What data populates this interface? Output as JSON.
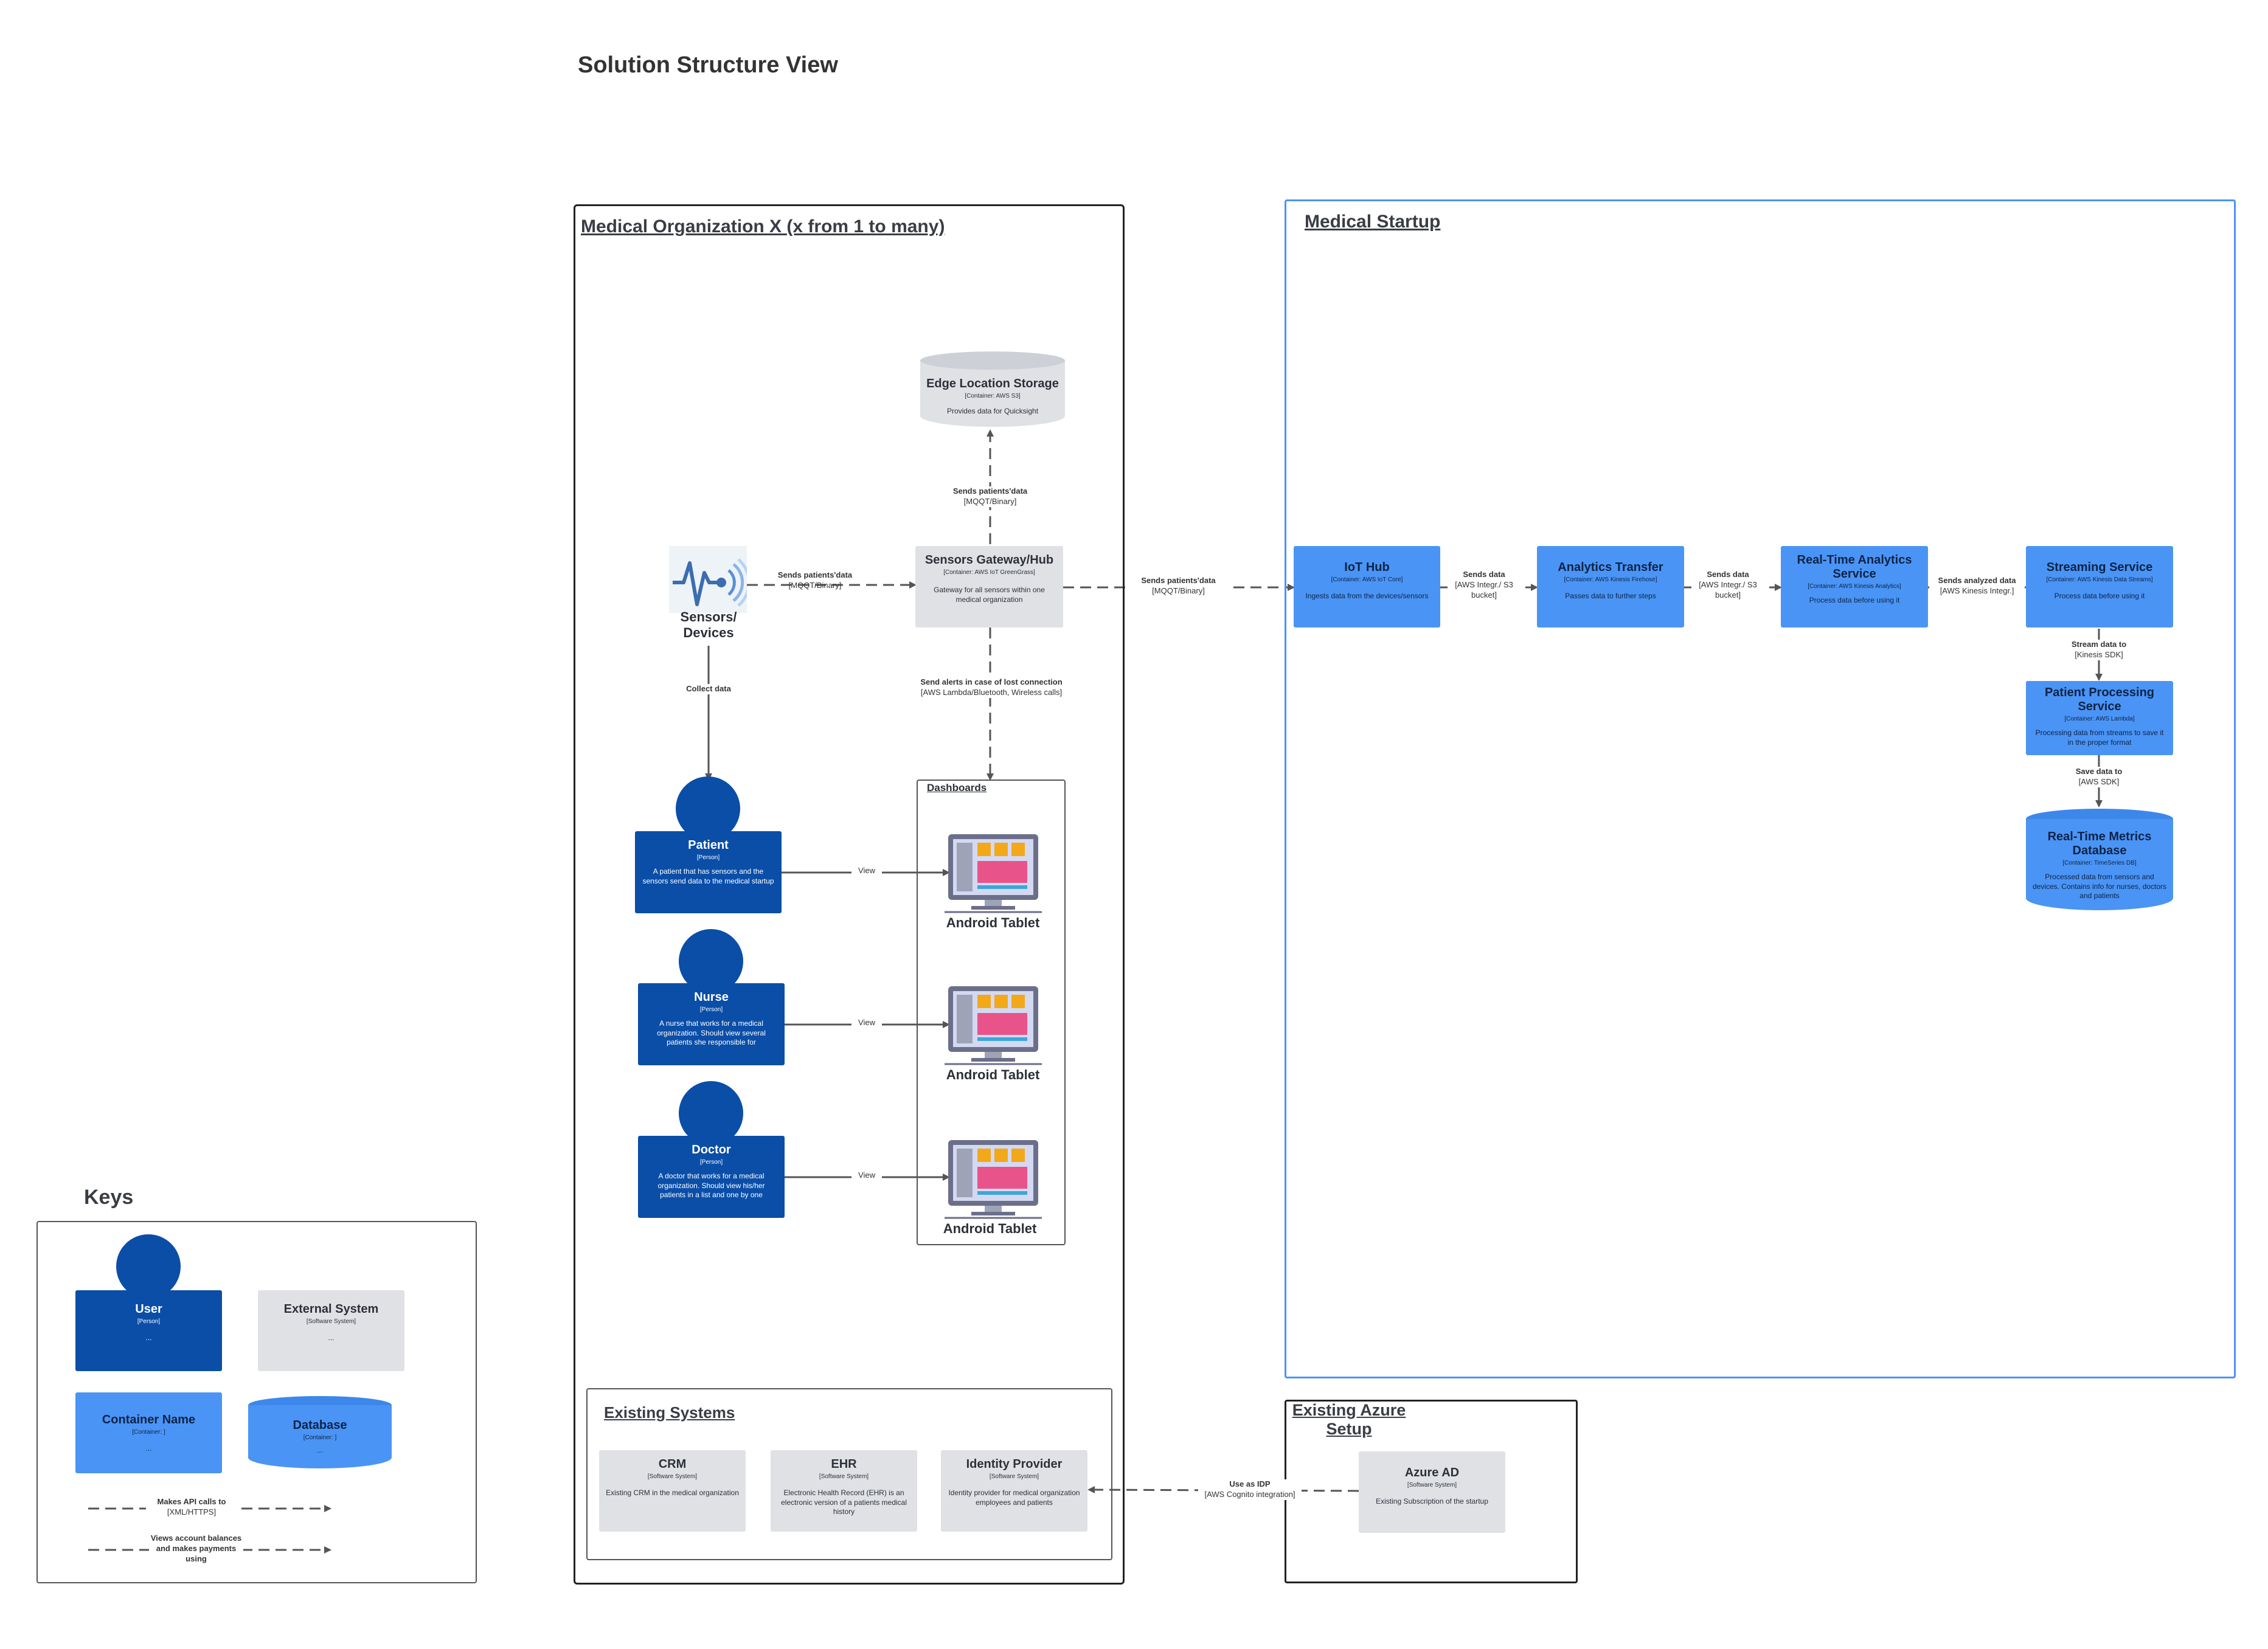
{
  "page_title": "Solution Structure View",
  "org": {
    "title": "Medical Organization X (x from 1 to many)",
    "sensors_label": "Sensors/\nDevices",
    "edge_storage": {
      "name": "Edge Location Storage",
      "tech": "[Container: AWS S3]",
      "desc": "Provides data for Quicksight"
    },
    "gateway": {
      "name": "Sensors Gateway/Hub",
      "tech": "[Container: AWS IoT GreenGrass]",
      "desc": "Gateway for all sensors within one medical organization"
    },
    "dashboards_title": "Dashboards",
    "tablets": [
      "Android Tablet",
      "Android Tablet",
      "Android Tablet"
    ],
    "people": [
      {
        "name": "Patient",
        "tech": "[Person]",
        "desc": "A patient that has sensors and the sensors send data to the medical startup"
      },
      {
        "name": "Nurse",
        "tech": "[Person]",
        "desc": "A nurse that works for a medical organization. Should view several patients she responsible for"
      },
      {
        "name": "Doctor",
        "tech": "[Person]",
        "desc": "A doctor that works for a medical organization. Should view his/her patients in a list and one by one"
      }
    ],
    "existing_title": "Existing Systems",
    "existing": [
      {
        "name": "CRM",
        "tech": "[Software System]",
        "desc": "Existing CRM in the medical organization"
      },
      {
        "name": "EHR",
        "tech": "[Software System]",
        "desc": "Electronic Health Record (EHR) is an electronic version of a patients medical history"
      },
      {
        "name": "Identity Provider",
        "tech": "[Software System]",
        "desc": "Identity provider for medical organization employees and patients"
      }
    ]
  },
  "startup": {
    "title": "Medical Startup",
    "iot_hub": {
      "name": "IoT Hub",
      "tech": "[Container: AWS IoT Core]",
      "desc": "Ingests data from the devices/sensors"
    },
    "analytics_transfer": {
      "name": "Analytics Transfer",
      "tech": "[Container: AWS Kinesis Firehose]",
      "desc": "Passes data to further steps"
    },
    "realtime_analytics": {
      "name": "Real-Time Analytics Service",
      "tech": "[Container: AWS Kinesis Analytics]",
      "desc": "Process data before using it"
    },
    "streaming": {
      "name": "Streaming Service",
      "tech": "[Container: AWS Kinesis Data Streams]",
      "desc": "Process data before using it"
    },
    "patient_processing": {
      "name": "Patient Processing Service",
      "tech": "[Container: AWS Lambda]",
      "desc": "Processing data from streams to save it in the proper format"
    },
    "metrics_db": {
      "name": "Real-Time Metrics Database",
      "tech": "[Container: TimeSeries DB]",
      "desc": "Processed data from sensors and devices. Contains info for nurses, doctors and patients"
    }
  },
  "azure": {
    "title": "Existing Azure Setup",
    "ad": {
      "name": "Azure AD",
      "tech": "[Software System]",
      "desc": "Existing Subscription of the startup"
    }
  },
  "relations": {
    "sensors_gateway": {
      "label": "Sends patients'data",
      "tech": "[MQQT/Binary]"
    },
    "gateway_storage": {
      "label": "Sends patients'data",
      "tech": "[MQQT/Binary]"
    },
    "gateway_dashboards": {
      "label": "Send alerts in case of lost connection",
      "tech": "[AWS Lambda/Bluetooth, Wireless calls]"
    },
    "gateway_iot": {
      "label": "Sends patients'data",
      "tech": "[MQQT/Binary]"
    },
    "collect": {
      "label": "Collect data",
      "tech": ""
    },
    "iot_analytics": {
      "label": "Sends data",
      "tech": "[AWS Integr./ S3 bucket]"
    },
    "analytics_realtime": {
      "label": "Sends data",
      "tech": "[AWS Integr./ S3 bucket]"
    },
    "realtime_streaming": {
      "label": "Sends analyzed data",
      "tech": "[AWS Kinesis Integr.]"
    },
    "stream_to": {
      "label": "Stream data to",
      "tech": "[Kinesis SDK]"
    },
    "save_to": {
      "label": "Save data to",
      "tech": "[AWS SDK]"
    },
    "view": "View",
    "idp": {
      "label": "Use as IDP",
      "tech": "[AWS Cognito integration]"
    }
  },
  "keys": {
    "title": "Keys",
    "user": {
      "name": "User",
      "tech": "[Person]",
      "desc": "..."
    },
    "external": {
      "name": "External System",
      "tech": "[Software System]",
      "desc": "..."
    },
    "container": {
      "name": "Container Name",
      "tech": "[Container: ]",
      "desc": "..."
    },
    "database": {
      "name": "Database",
      "tech": "[Container: ]",
      "desc": "..."
    },
    "rel1": {
      "label": "Makes API calls to",
      "tech": "[XML/HTTPS]"
    },
    "rel2": {
      "label": "Views account balances and makes payments using",
      "tech": ""
    }
  },
  "colors": {
    "container": "#4a94f5",
    "person": "#0a4ea8",
    "external": "#dfe1e5",
    "startup_border": "#4a94f5"
  }
}
